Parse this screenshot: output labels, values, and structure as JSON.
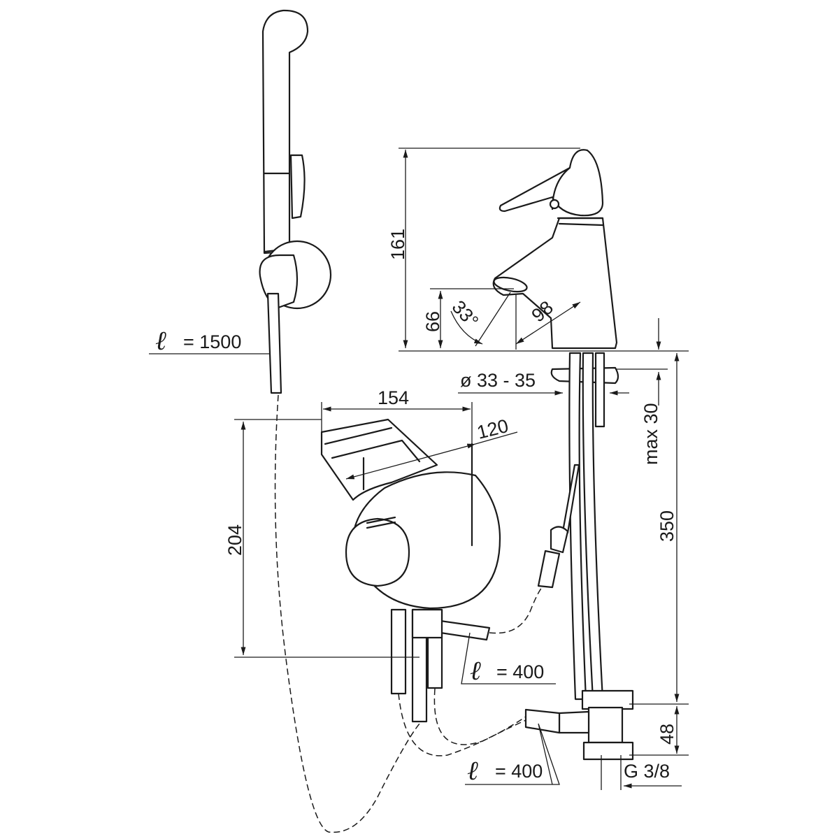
{
  "dimensions": {
    "hose_length_shower": {
      "symbol": "ℓ",
      "value": "= 1500"
    },
    "tap_height": "161",
    "spout_height": "66",
    "spout_angle": "33°",
    "spout_reach": "98",
    "hole_diameter": "ø 33 - 35",
    "mixer_width": "154",
    "mixer_depth": "120",
    "max_thickness": "max 30",
    "mixer_height": "204",
    "hose_length_mixer": {
      "symbol": "ℓ",
      "value": "= 400"
    },
    "connection_depth": "350",
    "valve_height": "48",
    "hose_length_valve": {
      "symbol": "ℓ",
      "value": "= 400"
    },
    "thread": "G 3/8"
  }
}
